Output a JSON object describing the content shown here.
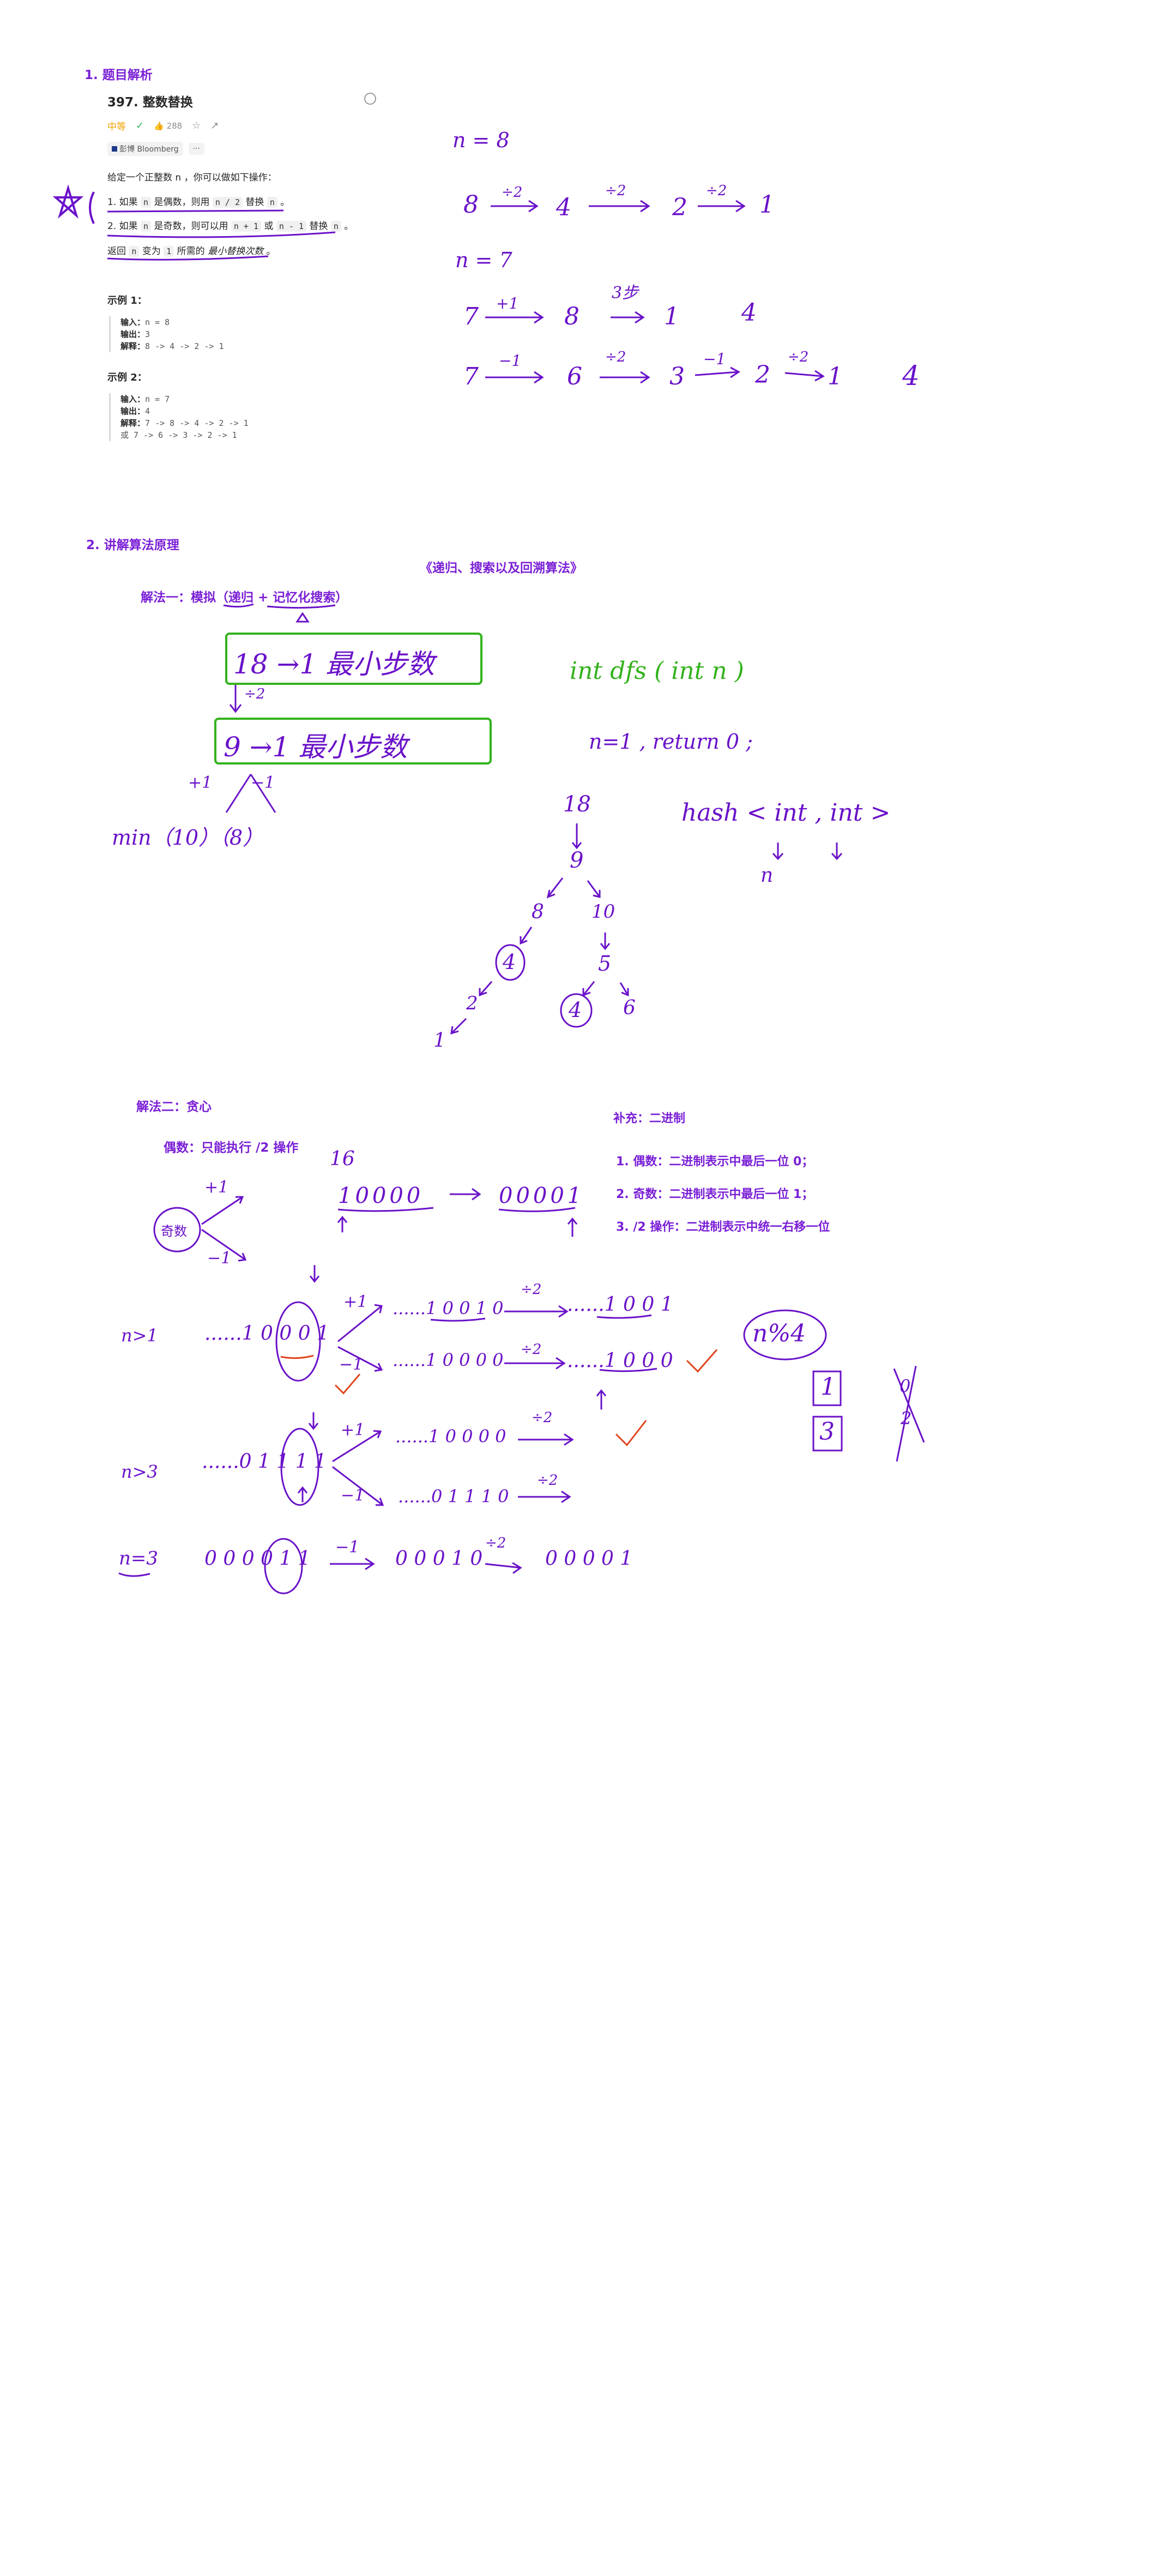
{
  "section1": {
    "title": "1. 题目解析"
  },
  "problem": {
    "title": "397. 整数替换",
    "difficulty": "中等",
    "likes": "288",
    "company": "彭博 Bloomberg",
    "more": "···",
    "intro": "给定一个正整数 n ，你可以做如下操作：",
    "rule1_a": "1. 如果 ",
    "rule1_code_n": "n",
    "rule1_b": " 是偶数，则用 ",
    "rule1_code": "n / 2",
    "rule1_c": " 替换 ",
    "rule1_code_n2": "n",
    "rule1_d": " 。",
    "rule2_a": "2. 如果 ",
    "rule2_code_n": "n",
    "rule2_b": " 是奇数，则可以用 ",
    "rule2_code1": "n + 1",
    "rule2_c": " 或 ",
    "rule2_code2": "n - 1",
    "rule2_d": " 替换 ",
    "rule2_code_n2": "n",
    "rule2_e": " 。",
    "ret_a": "返回 ",
    "ret_code_n": "n",
    "ret_b": " 变为 ",
    "ret_code_1": "1",
    "ret_c": " 所需的 ",
    "ret_em": "最小替换次数",
    "ret_d": " 。",
    "example1": {
      "head": "示例 1：",
      "in_label": "输入：",
      "in_val": "n = 8",
      "out_label": "输出：",
      "out_val": "3",
      "exp_label": "解释：",
      "exp_val": "8 -> 4 -> 2 -> 1"
    },
    "example2": {
      "head": "示例 2：",
      "in_label": "输入：",
      "in_val": "n = 7",
      "out_label": "输出：",
      "out_val": "4",
      "exp_label": "解释：",
      "exp_val": "7 -> 8 -> 4 -> 2 -> 1",
      "or_val": "或 7 -> 6 -> 3 -> 2 -> 1"
    }
  },
  "hw1": {
    "n8": "n = 8",
    "c8": "8",
    "c4": "4",
    "c2": "2",
    "c1": "1",
    "d2": "÷2",
    "n7": "n = 7",
    "r1_7": "7",
    "r1_p1": "+1",
    "r1_8": "8",
    "r1_3s": "3步",
    "r1_1": "1",
    "r1_4": "4",
    "r2_7": "7",
    "r2_m1": "−1",
    "r2_6": "6",
    "r2_d2": "÷2",
    "r2_3": "3",
    "r2_m1b": "−1",
    "r2_2": "2",
    "r2_d2b": "÷2",
    "r2_1": "1",
    "r2_4": "4"
  },
  "section2": {
    "title": "2. 讲解算法原理",
    "ref": "《递归、搜索以及回溯算法》"
  },
  "method1": {
    "title_a": "解法一：模拟（",
    "title_b": "递归",
    "title_c": " + ",
    "title_d": "记忆化搜索",
    "title_e": "）",
    "box1": "18 →1   最小步数",
    "d2": "÷2",
    "box2": "9 →1   最小步数",
    "p1": "+1",
    "m1": "−1",
    "min": "min（10）（8）",
    "dfs": "int  dfs ( int  n )",
    "base": "n=1 ,  return 0 ;",
    "hash": "hash < int , int >",
    "hash_n": "n",
    "t18": "18",
    "t9": "9",
    "t8": "8",
    "t10": "10",
    "t4a": "4",
    "t5": "5",
    "t2": "2",
    "t1": "1",
    "t4b": "4",
    "t6": "6"
  },
  "method2": {
    "title": "解法二：贪心",
    "even": "偶数：只能执行 /2 操作",
    "odd": "奇数",
    "p1": "+1",
    "m1": "−1",
    "n16": "16",
    "bin16": "10000",
    "bin1": "00001",
    "supp_title": "补充：二进制",
    "supp1": "1. 偶数：二进制表示中最后一位 0；",
    "supp2": "2. 奇数：二进制表示中最后一位 1；",
    "supp3": "3. /2 操作：二进制表示中统一右移一位",
    "ngt1": "n>1",
    "r_a": "......1 0 0 0 1",
    "r_a_p": "+1",
    "r_a_m": "−1",
    "r_a_up": "......1 0 0 1 0",
    "r_a_down": "......1 0 0 0 0",
    "d2": "÷2",
    "r_a_up2": "......1 0 0 1",
    "r_a_down2": "......1 0 0 0",
    "nmod": "n%4",
    "box_1": "1",
    "box_3": "3",
    "cross_0": "0",
    "cross_2": "2",
    "ngt3": "n>3",
    "r_b": "......0 1 1 1 1",
    "r_b_p": "+1",
    "r_b_m": "−1",
    "r_b_up": "......1 0 0 0 0",
    "r_b_down": "......0 1 1 1 0",
    "neq3": "n=3",
    "r_c": "0 0 0 0 1 1",
    "r_c_m": "−1",
    "r_c_2": "0 0 0 1 0",
    "r_c_d2": "÷2",
    "r_c_3": "0 0 0 0 1"
  }
}
